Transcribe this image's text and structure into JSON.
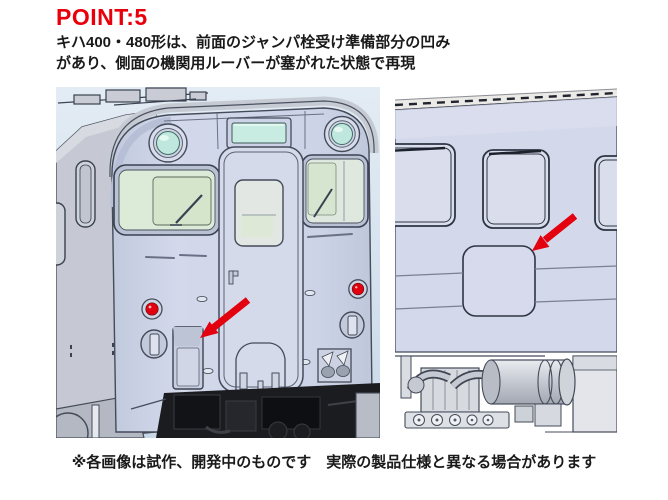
{
  "header": {
    "point_label": "POINT:5",
    "description_line1": "キハ400・480形は、前面のジャンパ栓受け準備部分の凹み",
    "description_line2": "があり、側面の機関用ルーバーが塞がれた状態で再現"
  },
  "footer": {
    "disclaimer": "※各画像は試作、開発中のものです　実際の製品仕様と異なる場合があります"
  },
  "icons": {
    "front_annotation": "red-arrow-icon",
    "side_annotation": "red-arrow-icon"
  },
  "colors": {
    "heading_red": "#e8000b",
    "accent_red": "#e3000f",
    "text_black": "#1a1a1a",
    "sky_top": "#e3ecf4",
    "sky_bottom": "#c9d8e8",
    "train_body": "#ccd3e7",
    "train_body_light": "#d5daeb",
    "train_body_shade": "#b7bfd6",
    "train_side_gray": "#c6c9d3",
    "glass_green": "#dcead8",
    "glass_green_pane": "#d4e5cc",
    "glass_teal": "#bfe7dd",
    "cad_line": "#3a4150",
    "undercarriage_dark": "#1b1c20",
    "machinery_gray": "#d6d9de",
    "side_body": "#d3d8ea"
  }
}
